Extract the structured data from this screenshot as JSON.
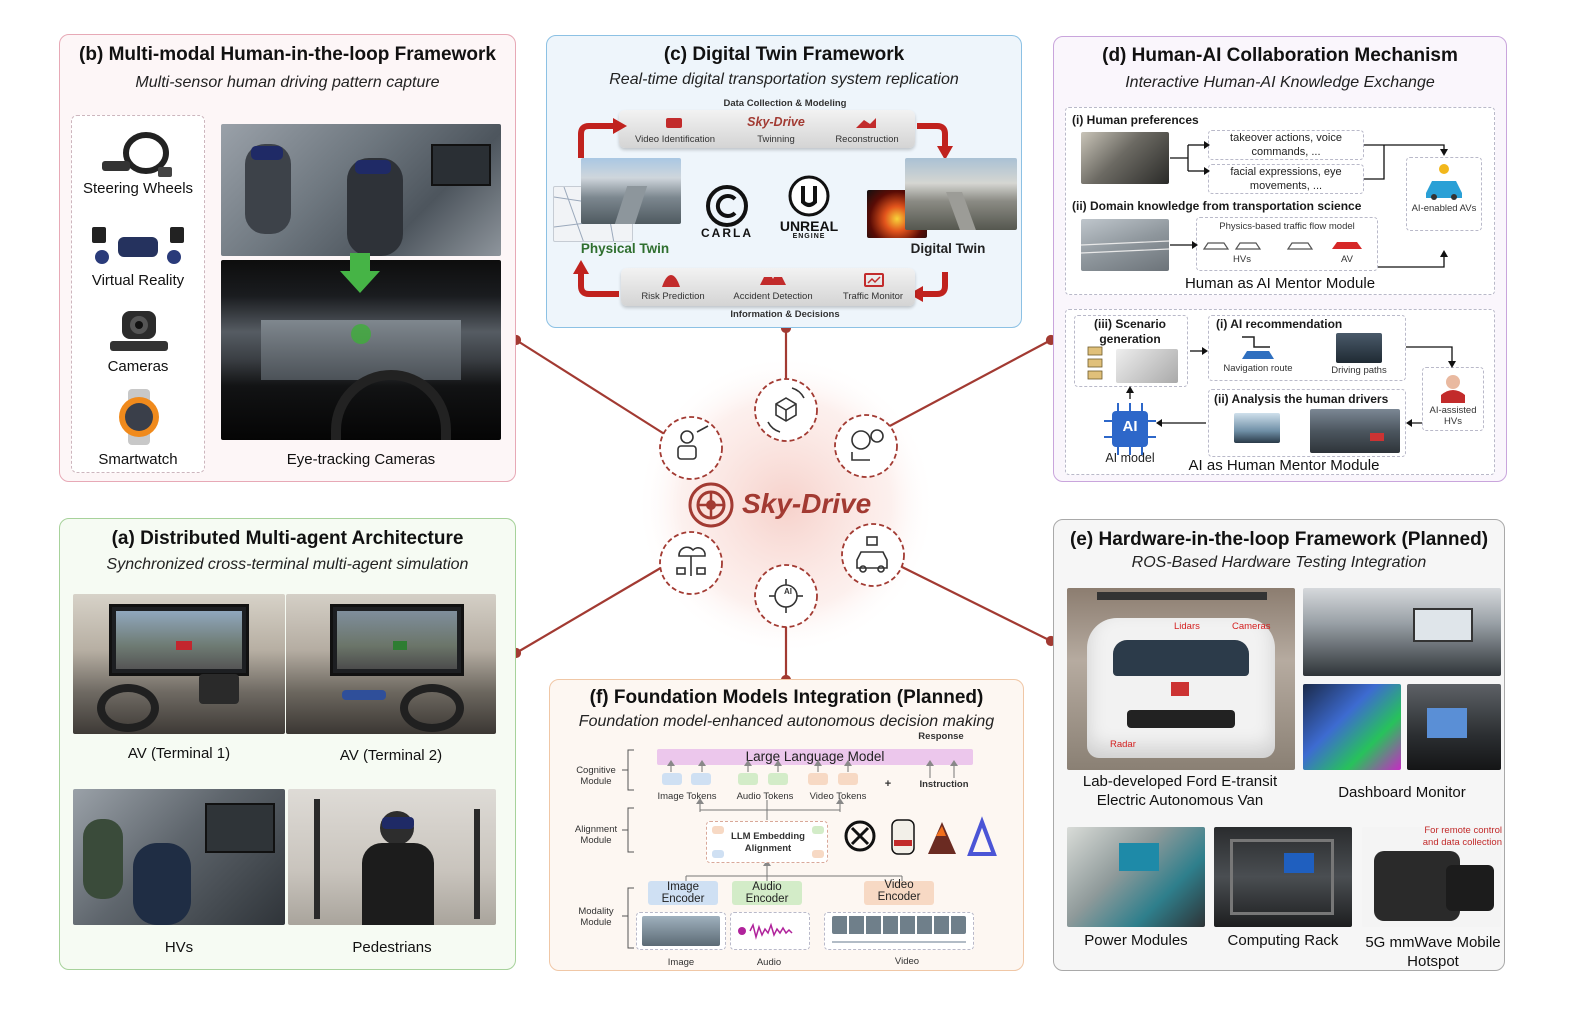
{
  "center": {
    "logo_text": "Sky-Drive"
  },
  "panel_b": {
    "title": "(b) Multi-modal Human-in-the-loop Framework",
    "subtitle": "Multi-sensor human driving pattern capture",
    "devices": [
      "Steering Wheels",
      "Virtual Reality",
      "Cameras",
      "Smartwatch"
    ],
    "photo_caption": "Eye-tracking Cameras"
  },
  "panel_c": {
    "title": "(c) Digital Twin Framework",
    "subtitle": "Real-time digital transportation system replication",
    "top_bar_title": "Data Collection & Modeling",
    "top_items": [
      "Video Identification",
      "Twinning",
      "Reconstruction"
    ],
    "sky_drive_mark": "Sky-Drive",
    "physical_twin": "Physical Twin",
    "digital_twin": "Digital Twin",
    "carla_label": "CARLA",
    "unreal_label": "UNREAL",
    "unreal_sub": "ENGINE",
    "bottom_items": [
      "Risk Prediction",
      "Accident Detection",
      "Traffic Monitor"
    ],
    "bottom_bar_title": "Information & Decisions"
  },
  "panel_d": {
    "title": "(d) Human-AI Collaboration Mechanism",
    "subtitle": "Interactive Human-AI Knowledge Exchange",
    "human_pref": "(i) Human preferences",
    "pref_a": "takeover actions, voice commands, ...",
    "pref_b": "facial expressions, eye movements, ...",
    "domain_knowledge": "(ii) Domain knowledge from transportation science",
    "physics_model": "Physics-based traffic flow model",
    "hvs": "HVs",
    "av": "AV",
    "ai_enabled": "AI-enabled AVs",
    "mentor_ai": "Human as AI Mentor Module",
    "scenario": "(iii) Scenario generation",
    "ai_rec": "(i) AI recommendation",
    "nav_route": "Navigation route",
    "driving_paths": "Driving paths",
    "ai_assisted": "AI-assisted HVs",
    "analysis": "(ii) Analysis the human drivers",
    "ai_model": "AI model",
    "ai_chip": "AI",
    "mentor_human": "AI as Human Mentor Module"
  },
  "panel_a": {
    "title": "(a) Distributed Multi-agent Architecture",
    "subtitle": "Synchronized cross-terminal multi-agent simulation",
    "captions": [
      "AV (Terminal 1)",
      "AV (Terminal 2)",
      "HVs",
      "Pedestrians"
    ]
  },
  "panel_f": {
    "title": "(f) Foundation Models Integration (Planned)",
    "subtitle": "Foundation model-enhanced autonomous decision making",
    "response": "Response",
    "cognitive": "Cognitive Module",
    "llm": "Large Language Model",
    "image_tokens": "Image Tokens",
    "audio_tokens": "Audio Tokens",
    "video_tokens": "Video Tokens",
    "plus": "+",
    "instruction": "Instruction",
    "alignment": "Alignment Module",
    "llm_align": "LLM Embedding Alignment",
    "modality": "Modality Module",
    "image_enc": "Image Encoder",
    "audio_enc": "Audio Encoder",
    "video_enc": "Video Encoder",
    "image": "Image",
    "audio": "Audio",
    "video": "Video"
  },
  "panel_e": {
    "title": "(e) Hardware-in-the-loop Framework (Planned)",
    "subtitle": "ROS-Based Hardware Testing Integration",
    "lidars": "Lidars",
    "cameras": "Cameras",
    "radar": "Radar",
    "van_caption": "Lab-developed Ford E-transit Electric Autonomous Van",
    "dashboard": "Dashboard Monitor",
    "remote_note": "For remote control and data collection",
    "power": "Power Modules",
    "computing": "Computing Rack",
    "hotspot": "5G mmWave Mobile Hotspot"
  },
  "colors": {
    "connector": "#a23a32",
    "panel_b_border": "#e7a9b6",
    "panel_c_border": "#8cc1e4",
    "panel_d_border": "#c9a5dc",
    "panel_a_border": "#a7d29b",
    "panel_f_border": "#f0c7a6",
    "panel_e_border": "#a9a9a9"
  }
}
